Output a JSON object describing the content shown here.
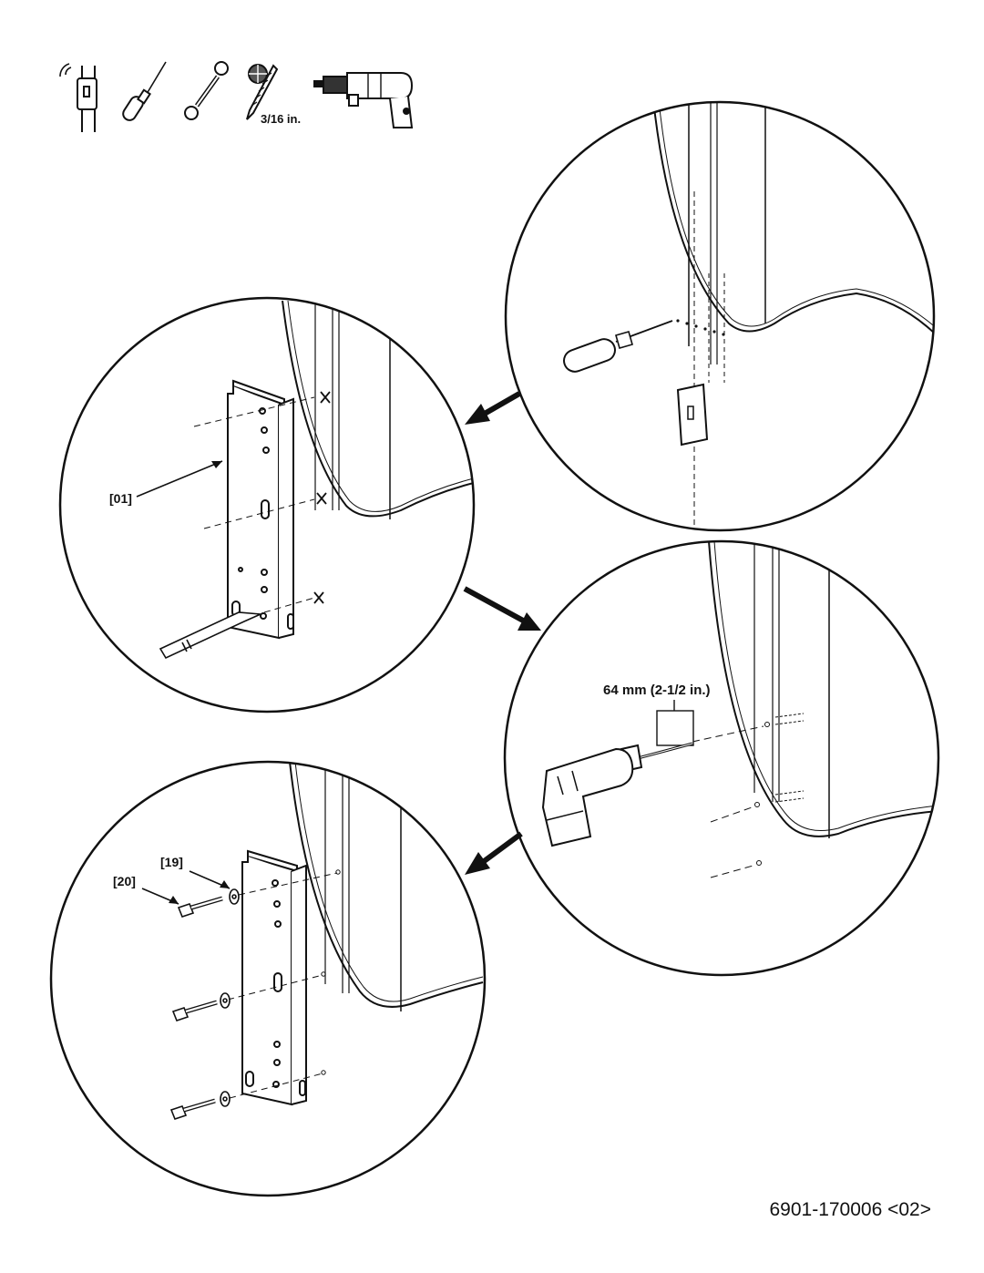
{
  "tools": {
    "stud_finder": "stud-finder-icon",
    "awl": "awl-icon",
    "wrench": "wrench-icon",
    "drill_bit": "drill-bit-icon",
    "drill": "power-drill-icon",
    "drill_bit_size": "3/16 in."
  },
  "panels": {
    "locate_stud": {
      "tools": [
        "awl-icon",
        "stud-finder-icon"
      ]
    },
    "mark_holes": {
      "part_label": "[01]",
      "tools": [
        "pencil-icon",
        "bracket-icon"
      ]
    },
    "drill_holes": {
      "depth_label": "64 mm (2-1/2 in.)",
      "tools": [
        "power-drill-icon"
      ]
    },
    "fasten_bracket": {
      "washer_label": "[19]",
      "screw_label": "[20]",
      "tools": [
        "bracket-icon",
        "lag-screw-icon",
        "washer-icon"
      ]
    }
  },
  "colors": {
    "line": "#111111",
    "background": "#ffffff"
  },
  "footer": {
    "doc_number": "6901-170006 <02>"
  }
}
